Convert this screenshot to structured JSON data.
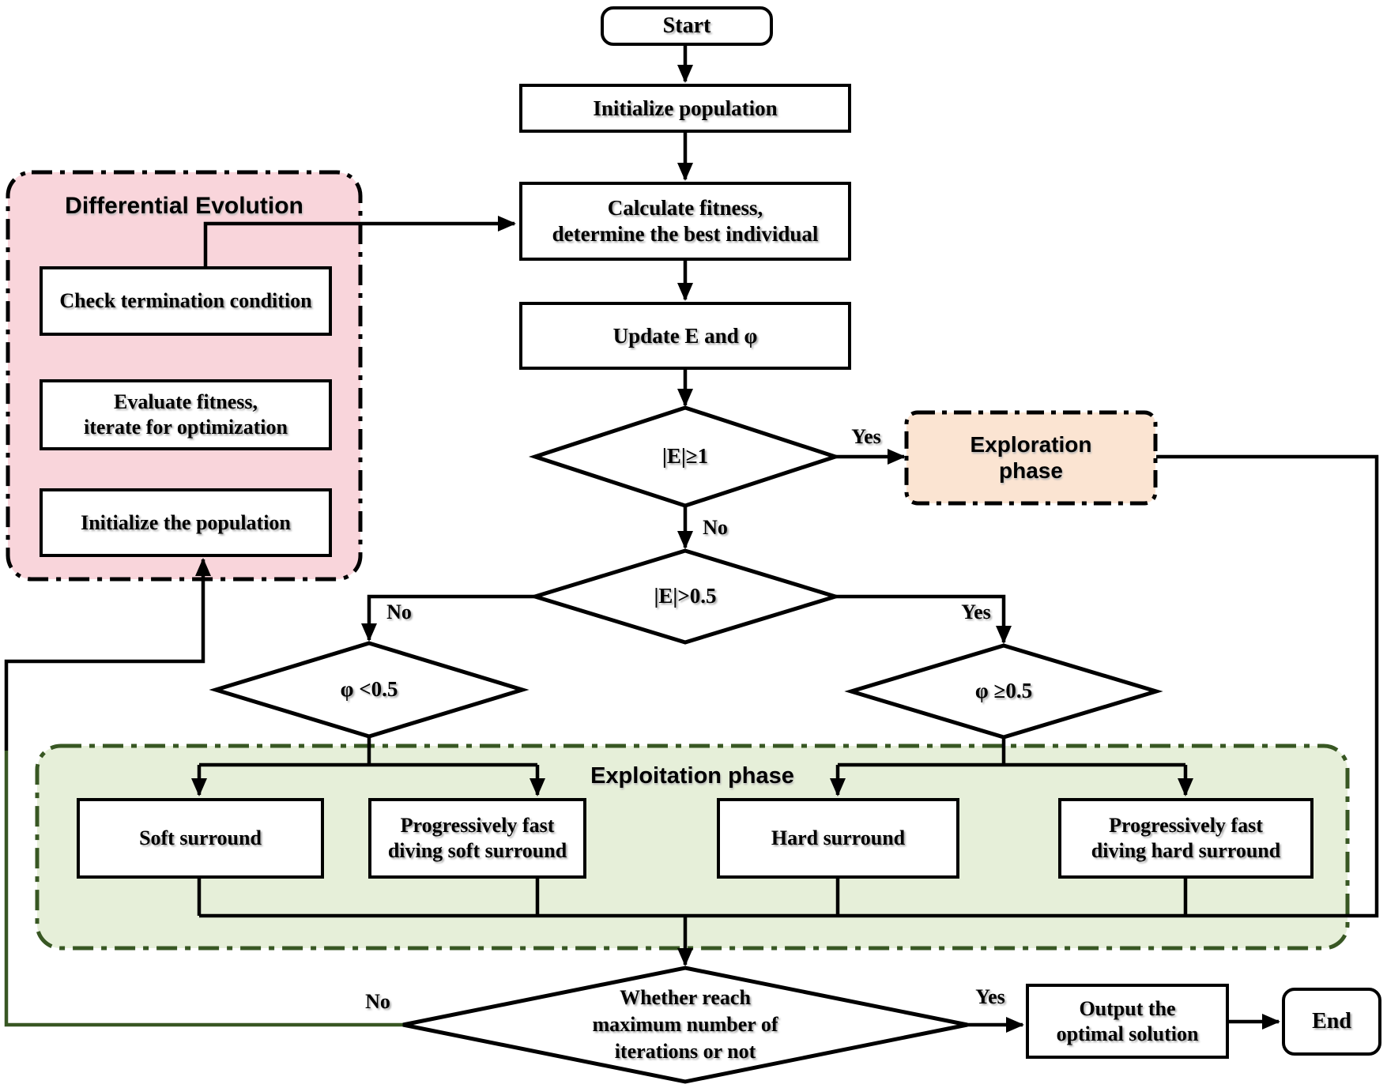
{
  "nodes": {
    "start": {
      "label": "Start"
    },
    "initialize_population": {
      "label": "Initialize population"
    },
    "calculate_fitness": {
      "line1": "Calculate fitness,",
      "line2": "determine the best individual"
    },
    "update_e_phi": {
      "label": "Update E and φ"
    },
    "soft_surround": {
      "label": "Soft surround"
    },
    "prog_soft_surround": {
      "line1": "Progressively fast",
      "line2": "diving soft surround"
    },
    "hard_surround": {
      "label": "Hard surround"
    },
    "prog_hard_surround": {
      "line1": "Progressively fast",
      "line2": "diving hard surround"
    },
    "output_solution": {
      "line1": "Output the",
      "line2": "optimal solution"
    },
    "end": {
      "label": "End"
    }
  },
  "decisions": {
    "e_ge_1": {
      "label": "|E|≥1"
    },
    "e_gt_05": {
      "label": "|E|>0.5"
    },
    "phi_lt_05": {
      "label": "φ <0.5"
    },
    "phi_ge_05": {
      "label": "φ ≥0.5"
    },
    "max_iterations": {
      "line1": "Whether reach",
      "line2": "maximum number of",
      "line3": "iterations or not"
    }
  },
  "groups": {
    "differential_evolution": {
      "title": "Differential Evolution",
      "nodes": {
        "check_termination": {
          "label": "Check termination condition"
        },
        "evaluate_fitness": {
          "line1": "Evaluate fitness,",
          "line2": "iterate for optimization"
        },
        "initialize_the_population": {
          "label": "Initialize the population"
        }
      }
    },
    "exploration_phase": {
      "line1": "Exploration",
      "line2": "phase"
    },
    "exploitation_phase": {
      "title": "Exploitation phase"
    }
  },
  "edge_labels": {
    "e_ge_1_yes": "Yes",
    "e_ge_1_no": "No",
    "e_gt_05_no": "No",
    "e_gt_05_yes": "Yes",
    "iteration_yes": "Yes",
    "iteration_no": "No"
  },
  "colors": {
    "de_fill": "#f9d5db",
    "exploration_fill": "#fbe4d2",
    "exploitation_fill": "#e6efd9",
    "exploitation_stroke": "#385723",
    "loop_line": "#385723",
    "line": "#000000",
    "node_fill": "#ffffff"
  }
}
